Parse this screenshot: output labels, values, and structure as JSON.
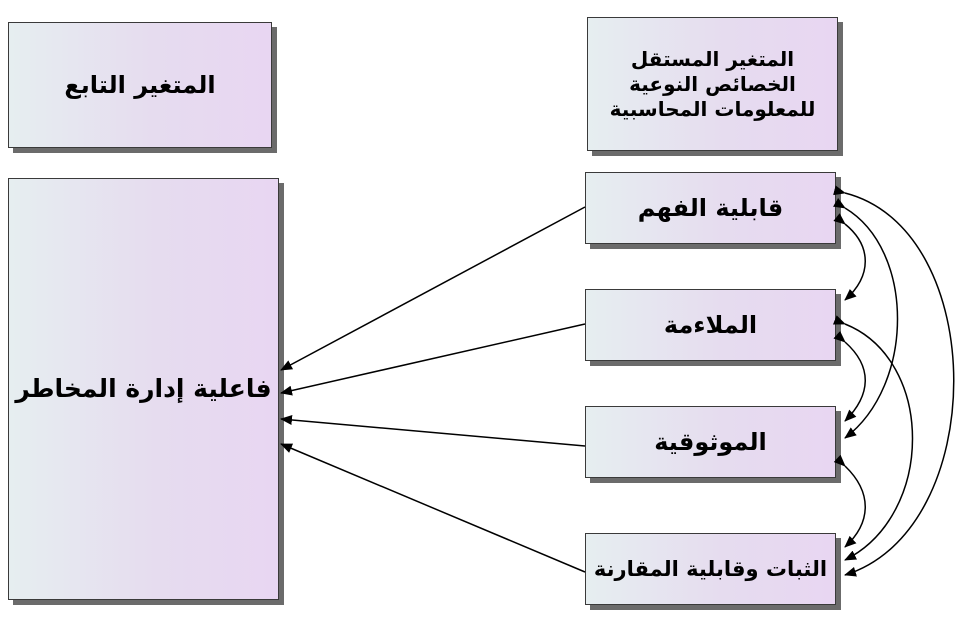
{
  "dependent_header": "المتغير التابع",
  "independent_header": {
    "line1": "المتغير المستقل",
    "line2": "الخصائص النوعية",
    "line3": "للمعلومات المحاسبية"
  },
  "dependent_variable": "فاعلية إدارة المخاطر",
  "characteristics": [
    "قابلية الفهم",
    "الملاءمة",
    "الموثوقية",
    "الثبات وقابلية المقارنة"
  ],
  "colors": {
    "box_fill_left": "#e6eef0",
    "box_fill_right": "#e8d6f2",
    "border": "#3a3a3a",
    "shadow": "#6b6b6b",
    "arrow": "#000000"
  }
}
